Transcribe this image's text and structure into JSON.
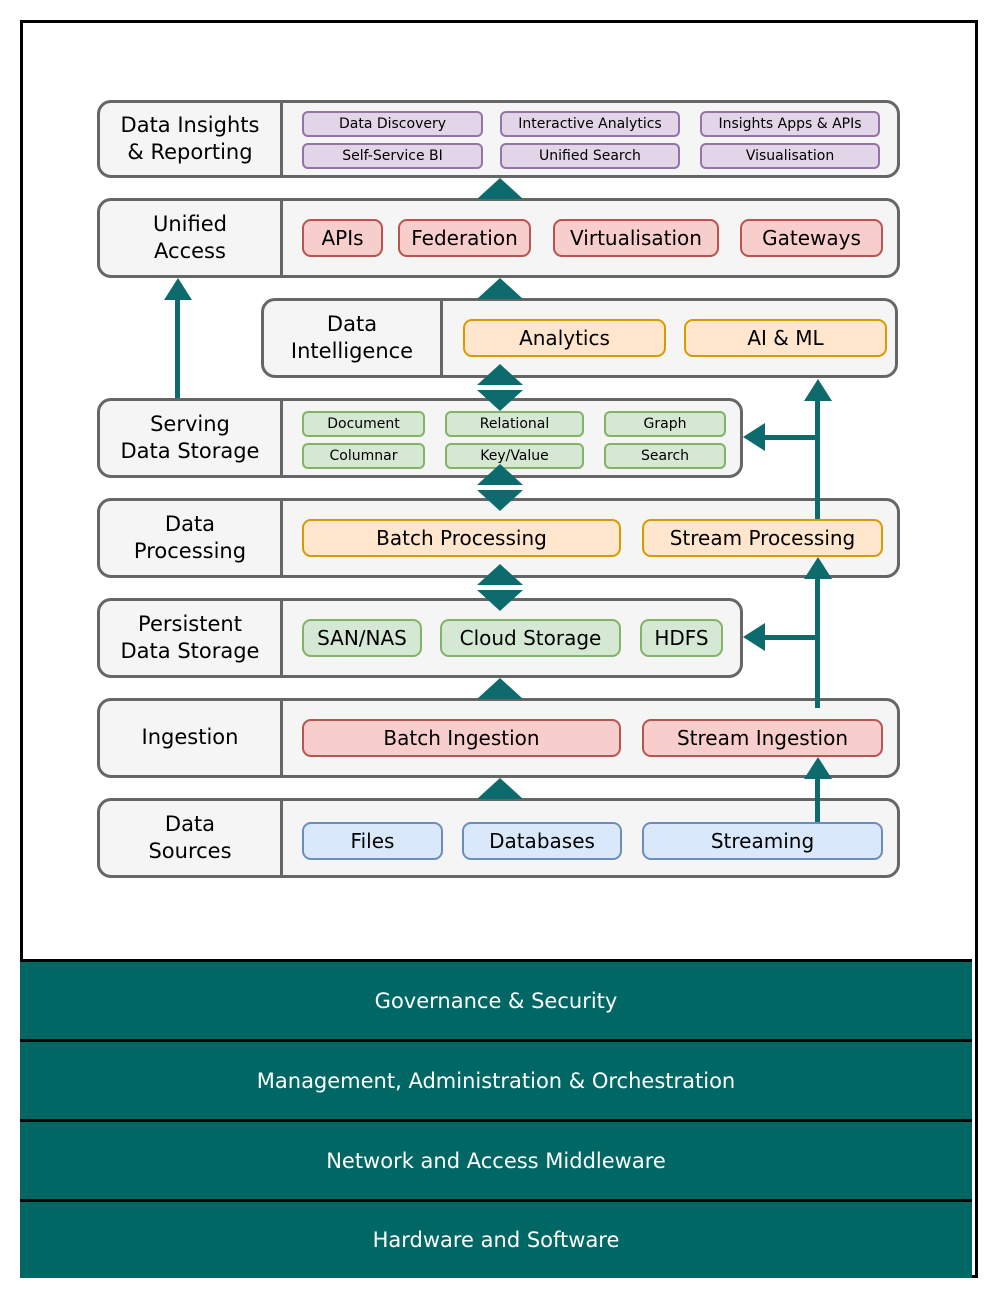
{
  "colors": {
    "layer_fill": "#f5f5f5",
    "layer_border": "#666666",
    "purple_fill": "#e1d5e7",
    "purple_border": "#9673a6",
    "red_fill": "#f8cecc",
    "red_border": "#b85450",
    "orange_fill": "#ffe6cc",
    "orange_border": "#d79b00",
    "green_fill": "#d5e8d4",
    "green_border": "#82b366",
    "blue_fill": "#dae8fc",
    "blue_border": "#6c8ebf",
    "arrow": "#0e6b6d",
    "foundation_bar": "#006764",
    "foundation_text": "#ffffff"
  },
  "layers": {
    "insights": {
      "label": "Data Insights\n& Reporting",
      "chips": [
        "Data Discovery",
        "Interactive Analytics",
        "Insights Apps & APIs",
        "Self-Service BI",
        "Unified Search",
        "Visualisation"
      ]
    },
    "unified_access": {
      "label": "Unified\nAccess",
      "chips": [
        "APIs",
        "Federation",
        "Virtualisation",
        "Gateways"
      ]
    },
    "intelligence": {
      "label": "Data\nIntelligence",
      "chips": [
        "Analytics",
        "AI & ML"
      ]
    },
    "serving": {
      "label": "Serving\nData Storage",
      "chips": [
        "Document",
        "Relational",
        "Graph",
        "Columnar",
        "Key/Value",
        "Search"
      ]
    },
    "processing": {
      "label": "Data\nProcessing",
      "chips": [
        "Batch Processing",
        "Stream Processing"
      ]
    },
    "persistent": {
      "label": "Persistent\nData Storage",
      "chips": [
        "SAN/NAS",
        "Cloud Storage",
        "HDFS"
      ]
    },
    "ingestion": {
      "label": "Ingestion",
      "chips": [
        "Batch Ingestion",
        "Stream Ingestion"
      ]
    },
    "sources": {
      "label": "Data\nSources",
      "chips": [
        "Files",
        "Databases",
        "Streaming"
      ]
    }
  },
  "foundation_bars": [
    "Governance & Security",
    "Management, Administration & Orchestration",
    "Network and Access Middleware",
    "Hardware and Software"
  ]
}
